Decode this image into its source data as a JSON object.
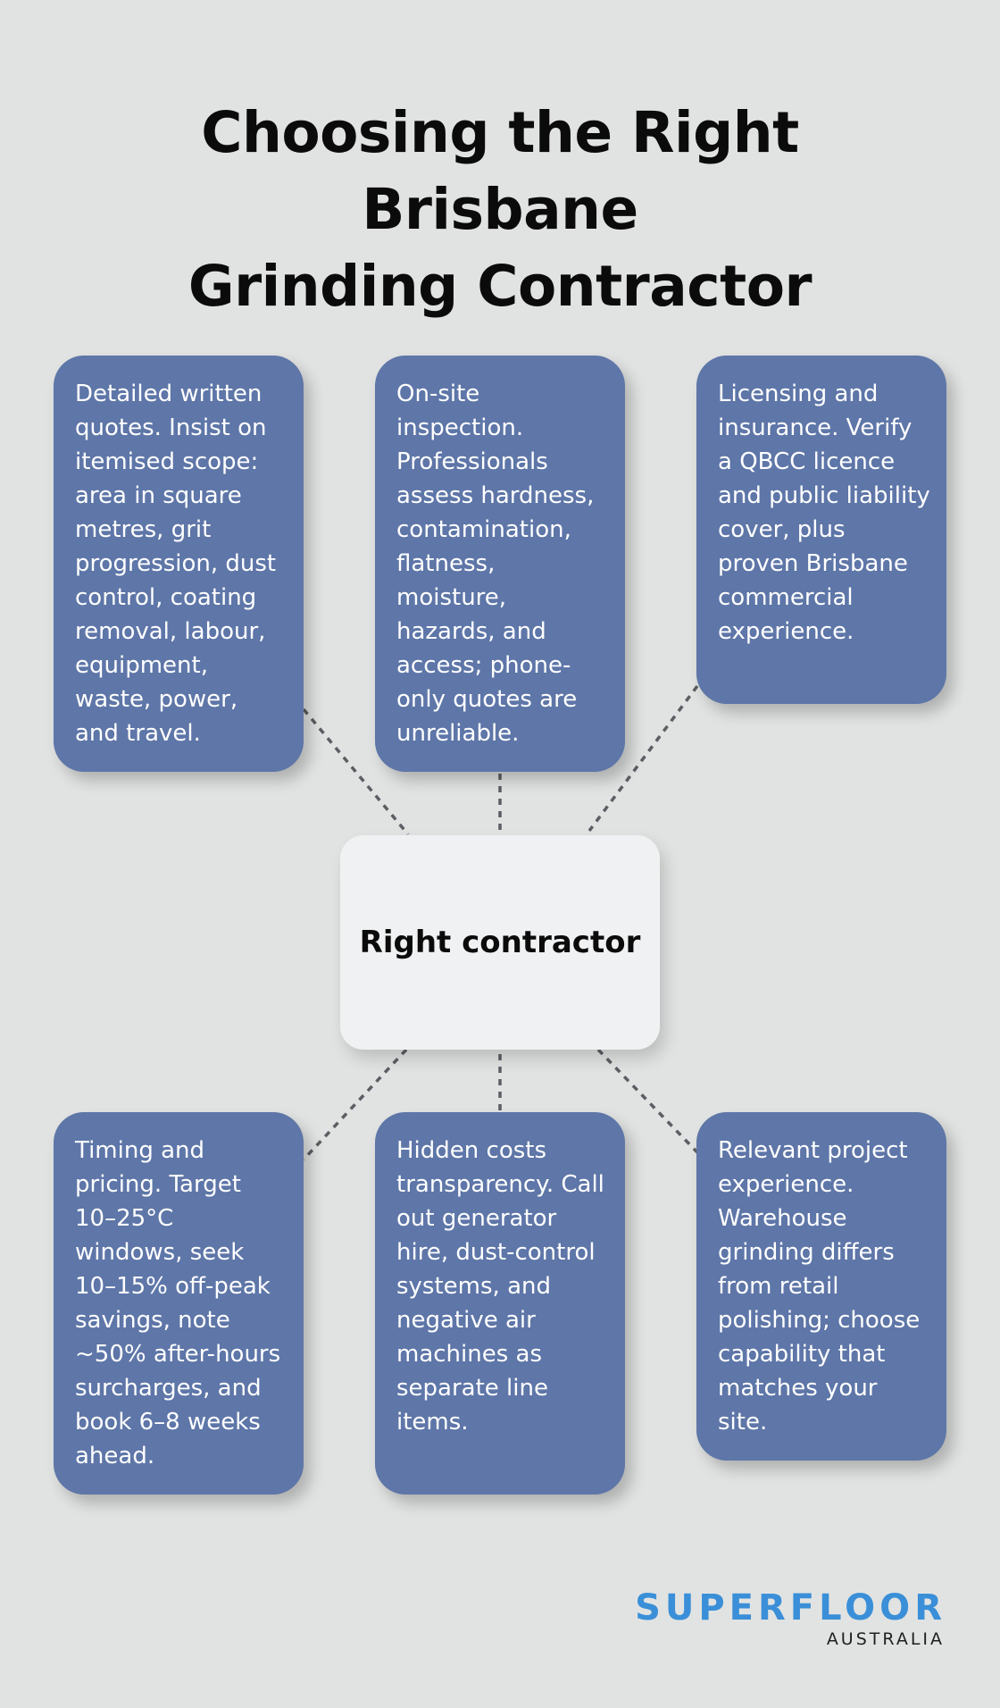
{
  "title": {
    "line1": "Choosing the Right Brisbane",
    "line2": "Grinding Contractor"
  },
  "center": {
    "label": "Right contractor"
  },
  "cards": [
    {
      "text": "Detailed written quotes. Insist on itemised scope: area in square metres, grit progression, dust control, coating removal, labour, equipment, waste, power, and travel."
    },
    {
      "text": "On-site inspection. Professionals assess hardness, contamination, flatness, moisture, hazards, and access; phone-only quotes are unreliable."
    },
    {
      "text": "Licensing and insurance. Verify a QBCC licence and public liability cover, plus proven Brisbane commercial experience."
    },
    {
      "text": "Timing and pricing. Target 10–25°C windows, seek 10–15% off-peak savings, note ~50% after-hours surcharges, and book 6–8 weeks ahead."
    },
    {
      "text": "Hidden costs transparency. Call out generator hire, dust-control systems, and negative air machines as separate line items."
    },
    {
      "text": "Relevant project experience. Warehouse grinding differs from retail polishing; choose capability that matches your site."
    }
  ],
  "logo": {
    "brand": "SUPERFLOOR",
    "region": "AUSTRALIA",
    "brand_color": "#3a8fd8"
  },
  "colors": {
    "background": "#e1e3e2",
    "card": "#5e76a8",
    "center_box": "#eff1f2",
    "connector": "#5b5e63"
  }
}
